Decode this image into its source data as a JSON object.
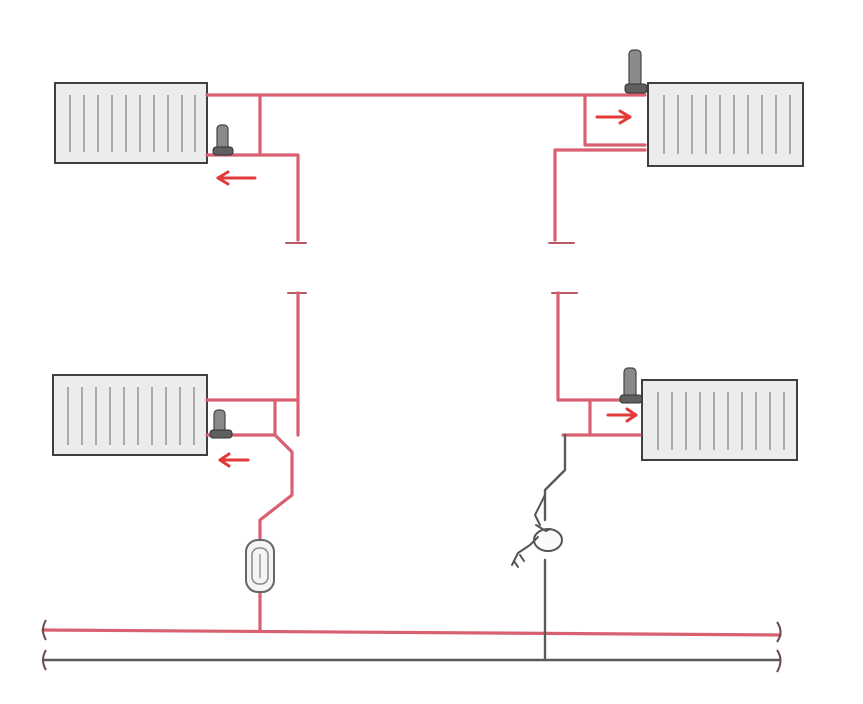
{
  "diagram": {
    "kind": "two-pipe heating riser sketch",
    "colors": {
      "background": "#ffffff",
      "supply_pipe": "#d96070",
      "return_pipe": "#5a5a5a",
      "radiator_fill": "#ececec",
      "radiator_outline": "#3f3f3f",
      "radiator_fins": "#9a9a9a",
      "valve": "#5f5f5f",
      "flow_arrow": "#e23a3a"
    },
    "radiators": [
      {
        "id": "radiator-upper-left",
        "valve": "thermostatic-valve-icon",
        "flow": "arrow-left"
      },
      {
        "id": "radiator-upper-right",
        "valve": "thermostatic-valve-icon",
        "flow": "arrow-right"
      },
      {
        "id": "radiator-lower-left",
        "valve": "thermostatic-valve-icon",
        "flow": "arrow-left"
      },
      {
        "id": "radiator-lower-right",
        "valve": "thermostatic-valve-icon",
        "flow": "arrow-right"
      }
    ],
    "fittings": [
      "balancing-valve-icon",
      "shutoff-valve-icon"
    ],
    "mains": [
      "supply-main",
      "return-main"
    ]
  }
}
